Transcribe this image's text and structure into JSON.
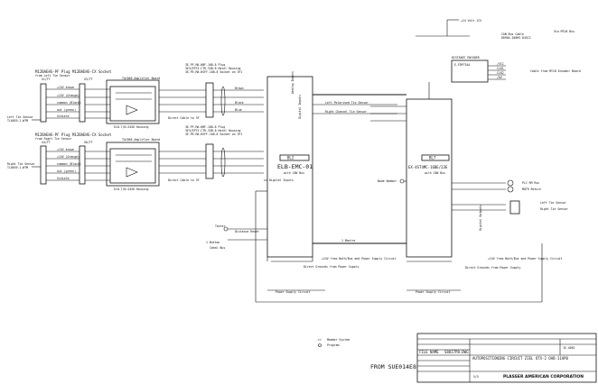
{
  "sensor_left": {
    "plug": "M12BAEHS-PF Plug",
    "plug_sub": "from Left Tie Sensor",
    "plug_ref": "X1/TT",
    "socket": "M12BAEHS-CX Socket",
    "socket_ref": "X3/TT",
    "amp_title": "TAC066 Amplifier Board",
    "sensor_label": "Left Tie Sensor",
    "sensor_part": "TL0039-1-WTM",
    "pins": [
      "+15V brown",
      "+15V (Orange)",
      "common (Black)",
      "out (green)",
      "Schield"
    ],
    "housing": "EL8-T/N-S4S6 Housing",
    "direct_cable": "Direct Cable to 3F"
  },
  "sensor_right": {
    "plug": "M12BAEHS-PF Plug",
    "plug_sub": "from Right Tie Sensor",
    "plug_ref": "X4/TT",
    "socket": "M12BAEHS-CX Socket",
    "socket_ref": "X6/TT",
    "amp_title": "TAC066 Amplifier Board",
    "sensor_label": "Right Tie Sensor",
    "sensor_part": "TL0039-1-WTM",
    "pins": [
      "+15V brown",
      "+15V (Orange)",
      "common (Black)",
      "out (green)",
      "Schield"
    ],
    "housing": "EL8-T/N-S4S6 Housing",
    "direct_cable": "Direct Cable to 3F"
  },
  "plug_housing_top": [
    "3E-PF-MA-HBF-108-8 Plug",
    "3E3/EP73-CTR-33B-8 Hotel Housing",
    "3E-PE-MA-HSFF-108-8 Socket on 3F1"
  ],
  "plug_housing_bottom": [
    "3E-PF-MA-HBF-108-8 Plug",
    "3E3/EP73-CTR-33B-8 Hotel Housing",
    "3E-PE-MA-HSFF-108-8 Socket on 3F1"
  ],
  "wire_colors": [
    "Brown",
    "Black",
    "Blue"
  ],
  "bl2": {
    "title": "BL2",
    "part": "ELB-EMC-01",
    "sub": "with CAN Bus",
    "signals": [
      "Left Polarised Tie Sensor",
      "Right Channel Tie Sensor"
    ],
    "digital": "Digital Inputs",
    "analog": "Analog Inputs",
    "direct_grounds": "Direct Grounds from Power Supply",
    "power": "Power Supply Circuit"
  },
  "bl7": {
    "title": "BL7",
    "part": "EX-4ST4MC-16BE/23E",
    "sub": "with CAN Bus",
    "outputs": [
      "PLC RM Run",
      "MOTR Return",
      "Left Tie Sensor",
      "Right Tie Sensor"
    ],
    "digital_outputs": "Digital Outputs",
    "direct_grounds": "Direct Grounds from Power Supply",
    "power": "Power Supply Circuit",
    "node_number": "Node Number"
  },
  "encoder": {
    "title": "DISTANCE ENCODER",
    "part": "E-FDP734A",
    "can_bus": "CAN Bus Cable",
    "can_part": "D0904-200HS-D45C2",
    "net": "+24 Volt 1CV",
    "outputs": [
      "/VCC",
      "CLK1",
      "CLK2",
      "/0V"
    ],
    "note": "Cable from MTLB Encoder Board",
    "wm": "Via MTLB Bus"
  },
  "misc": {
    "taster": "Taster",
    "distance": "Distance Reset",
    "toggle": "1 Button",
    "cable_ref": "1 Mastre",
    "from_power_a": "+24V from Both/Bus and Power Supply Circuit",
    "from_power_b": "+24V from Both/Bus and Power Supply Circuit",
    "terminal_text": "Ideal Bus",
    "footer": "FROM SUE014E8"
  },
  "legend": [
    {
      "symbol": "->>",
      "label": "Member System"
    },
    {
      "symbol": "o",
      "label": "Program"
    }
  ],
  "title_block": {
    "file_label": "FILE NAME",
    "file_name": "S8017PB.DWG",
    "description": "AUTOPOSITIONING CIRCUIT ZIEL OTX-2 OAB-11AP0",
    "company": "PLASSER AMERICAN CORPORATION",
    "drawing_no": "1E-4062",
    "sheet": "5/5"
  }
}
